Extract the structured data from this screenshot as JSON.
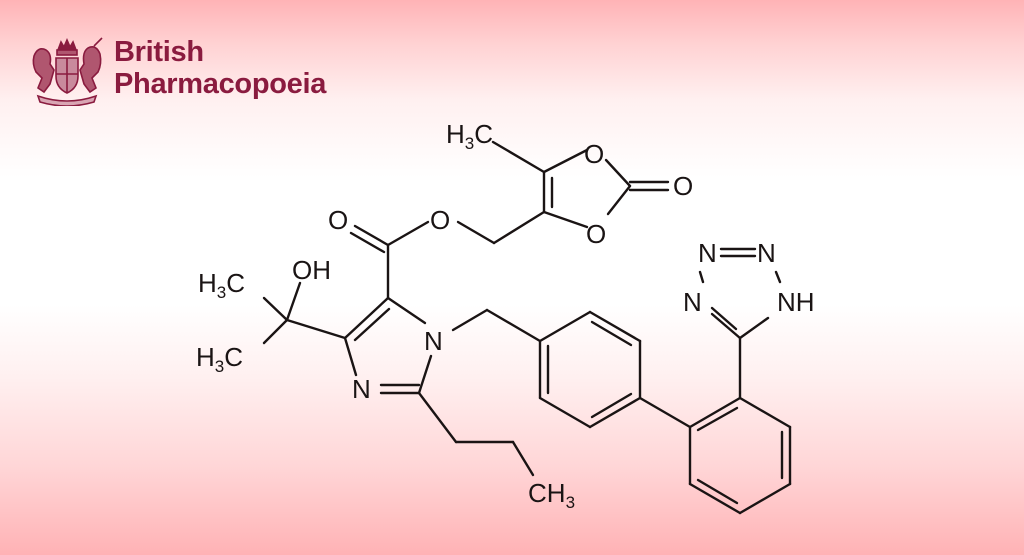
{
  "logo": {
    "line1": "British",
    "line2": "Pharmacopoeia",
    "emblem": "royal-coat-of-arms-icon",
    "brand_color": "#8a1b3f"
  },
  "molecule": {
    "atom_labels": {
      "methyl_dioxolone": "H3C",
      "dioxolone_o1": "O",
      "dioxolone_o3": "O",
      "dioxolone_carbonyl_o": "O",
      "ester_carbonyl_o": "O",
      "ester_o": "O",
      "hydroxyl": "OH",
      "methyl_top": "H3C",
      "methyl_bottom": "H3C",
      "imidazole_n1": "N",
      "imidazole_n3": "N",
      "propyl_terminal": "CH3",
      "tetrazole_n_top_left": "N",
      "tetrazole_n_top_right": "N",
      "tetrazole_n_left": "N",
      "tetrazole_nh": "NH"
    },
    "line_color": "#1a1414"
  },
  "background": {
    "edge_color": "#ffb3b6",
    "center_color": "#ffffff"
  }
}
